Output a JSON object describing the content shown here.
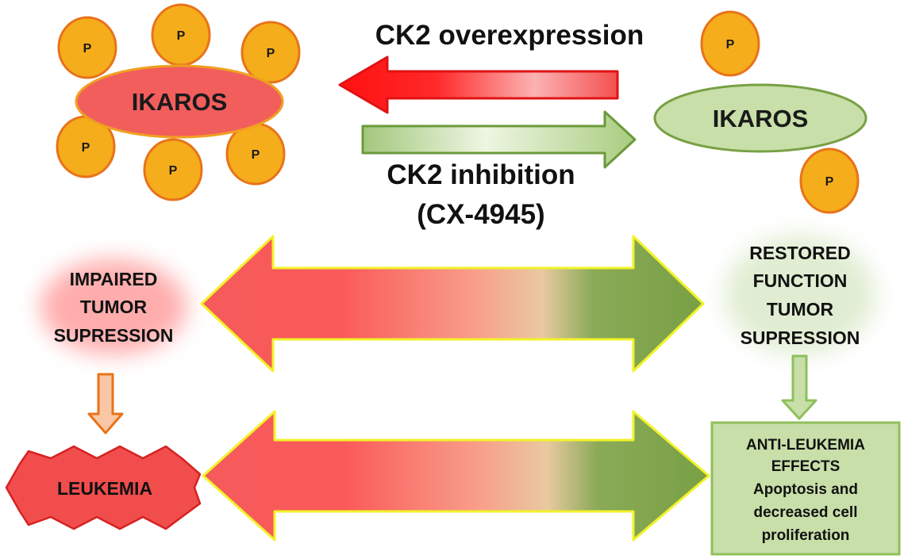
{
  "top": {
    "left_protein_label": "IKAROS",
    "right_protein_label": "IKAROS",
    "phospho_label": "P",
    "arrow_left_label": "CK2 overexpression",
    "arrow_right_label_line1": "CK2 inhibition",
    "arrow_right_label_line2": "(CX-4945)"
  },
  "left_column": {
    "impaired_line1": "IMPAIRED",
    "impaired_line2": "TUMOR",
    "impaired_line3": "SUPRESSION",
    "leukemia_label": "LEUKEMIA"
  },
  "right_column": {
    "restored_line1": "RESTORED",
    "restored_line2": "FUNCTION",
    "restored_line3": "TUMOR",
    "restored_line4": "SUPRESSION",
    "effects_line1": "ANTI-LEUKEMIA",
    "effects_line2": "EFFECTS",
    "effects_line3": "Apoptosis and",
    "effects_line4": "decreased cell",
    "effects_line5": "proliferation"
  },
  "colors": {
    "red": "#f45b5b",
    "bright_red": "#ff1a1a",
    "green": "#78a044",
    "light_green": "#c8dfa9",
    "phospho_fill": "#f5ad1b",
    "phospho_stroke": "#e8731a",
    "yellow_outline": "#f2f22a"
  }
}
